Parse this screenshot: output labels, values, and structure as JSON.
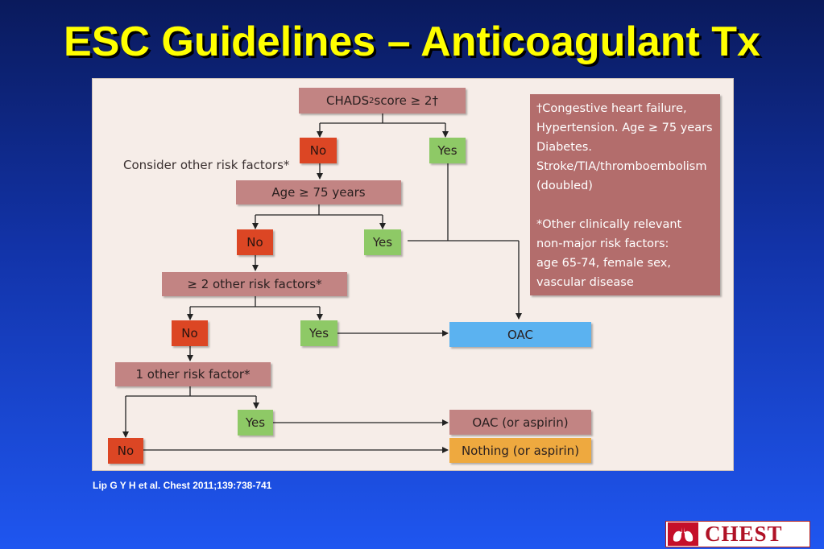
{
  "slide": {
    "title": "ESC Guidelines – Anticoagulant Tx",
    "citation": "Lip G Y H et al. Chest 2011;139:738-741",
    "logo_text": "CHEST",
    "logo_icon": "lungs-icon"
  },
  "flowchart": {
    "chads_box": {
      "prefix": "CHADS",
      "sub": "2",
      "suffix": " score ≥ 2†"
    },
    "no1": "No",
    "yes1": "Yes",
    "consider": "Consider other risk factors*",
    "age_box": "Age ≥ 75 years",
    "no2": "No",
    "yes2": "Yes",
    "other2_box": "≥ 2 other risk factors*",
    "no3": "No",
    "yes3": "Yes",
    "oac": "OAC",
    "one_factor_box": "1 other risk factor*",
    "yes4": "Yes",
    "no4": "No",
    "oac_aspirin": "OAC (or aspirin)",
    "nothing_aspirin": "Nothing (or aspirin)"
  },
  "footnote": {
    "lines": [
      "†Congestive heart failure,",
      "Hypertension. Age ≥ 75 years",
      "Diabetes.",
      "Stroke/TIA/thromboembolism",
      "(doubled)",
      "",
      "*Other clinically relevant",
      "non-major risk factors:",
      "age 65-74, female sex,",
      "vascular disease"
    ]
  },
  "colors": {
    "title": "#ffff00",
    "mauve_box": "#c28483",
    "no_box": "#dc4624",
    "yes_box": "#8ec966",
    "oac_box": "#5bb2f0",
    "nothing_box": "#eea93f",
    "footnote_box": "#b36d6c"
  }
}
